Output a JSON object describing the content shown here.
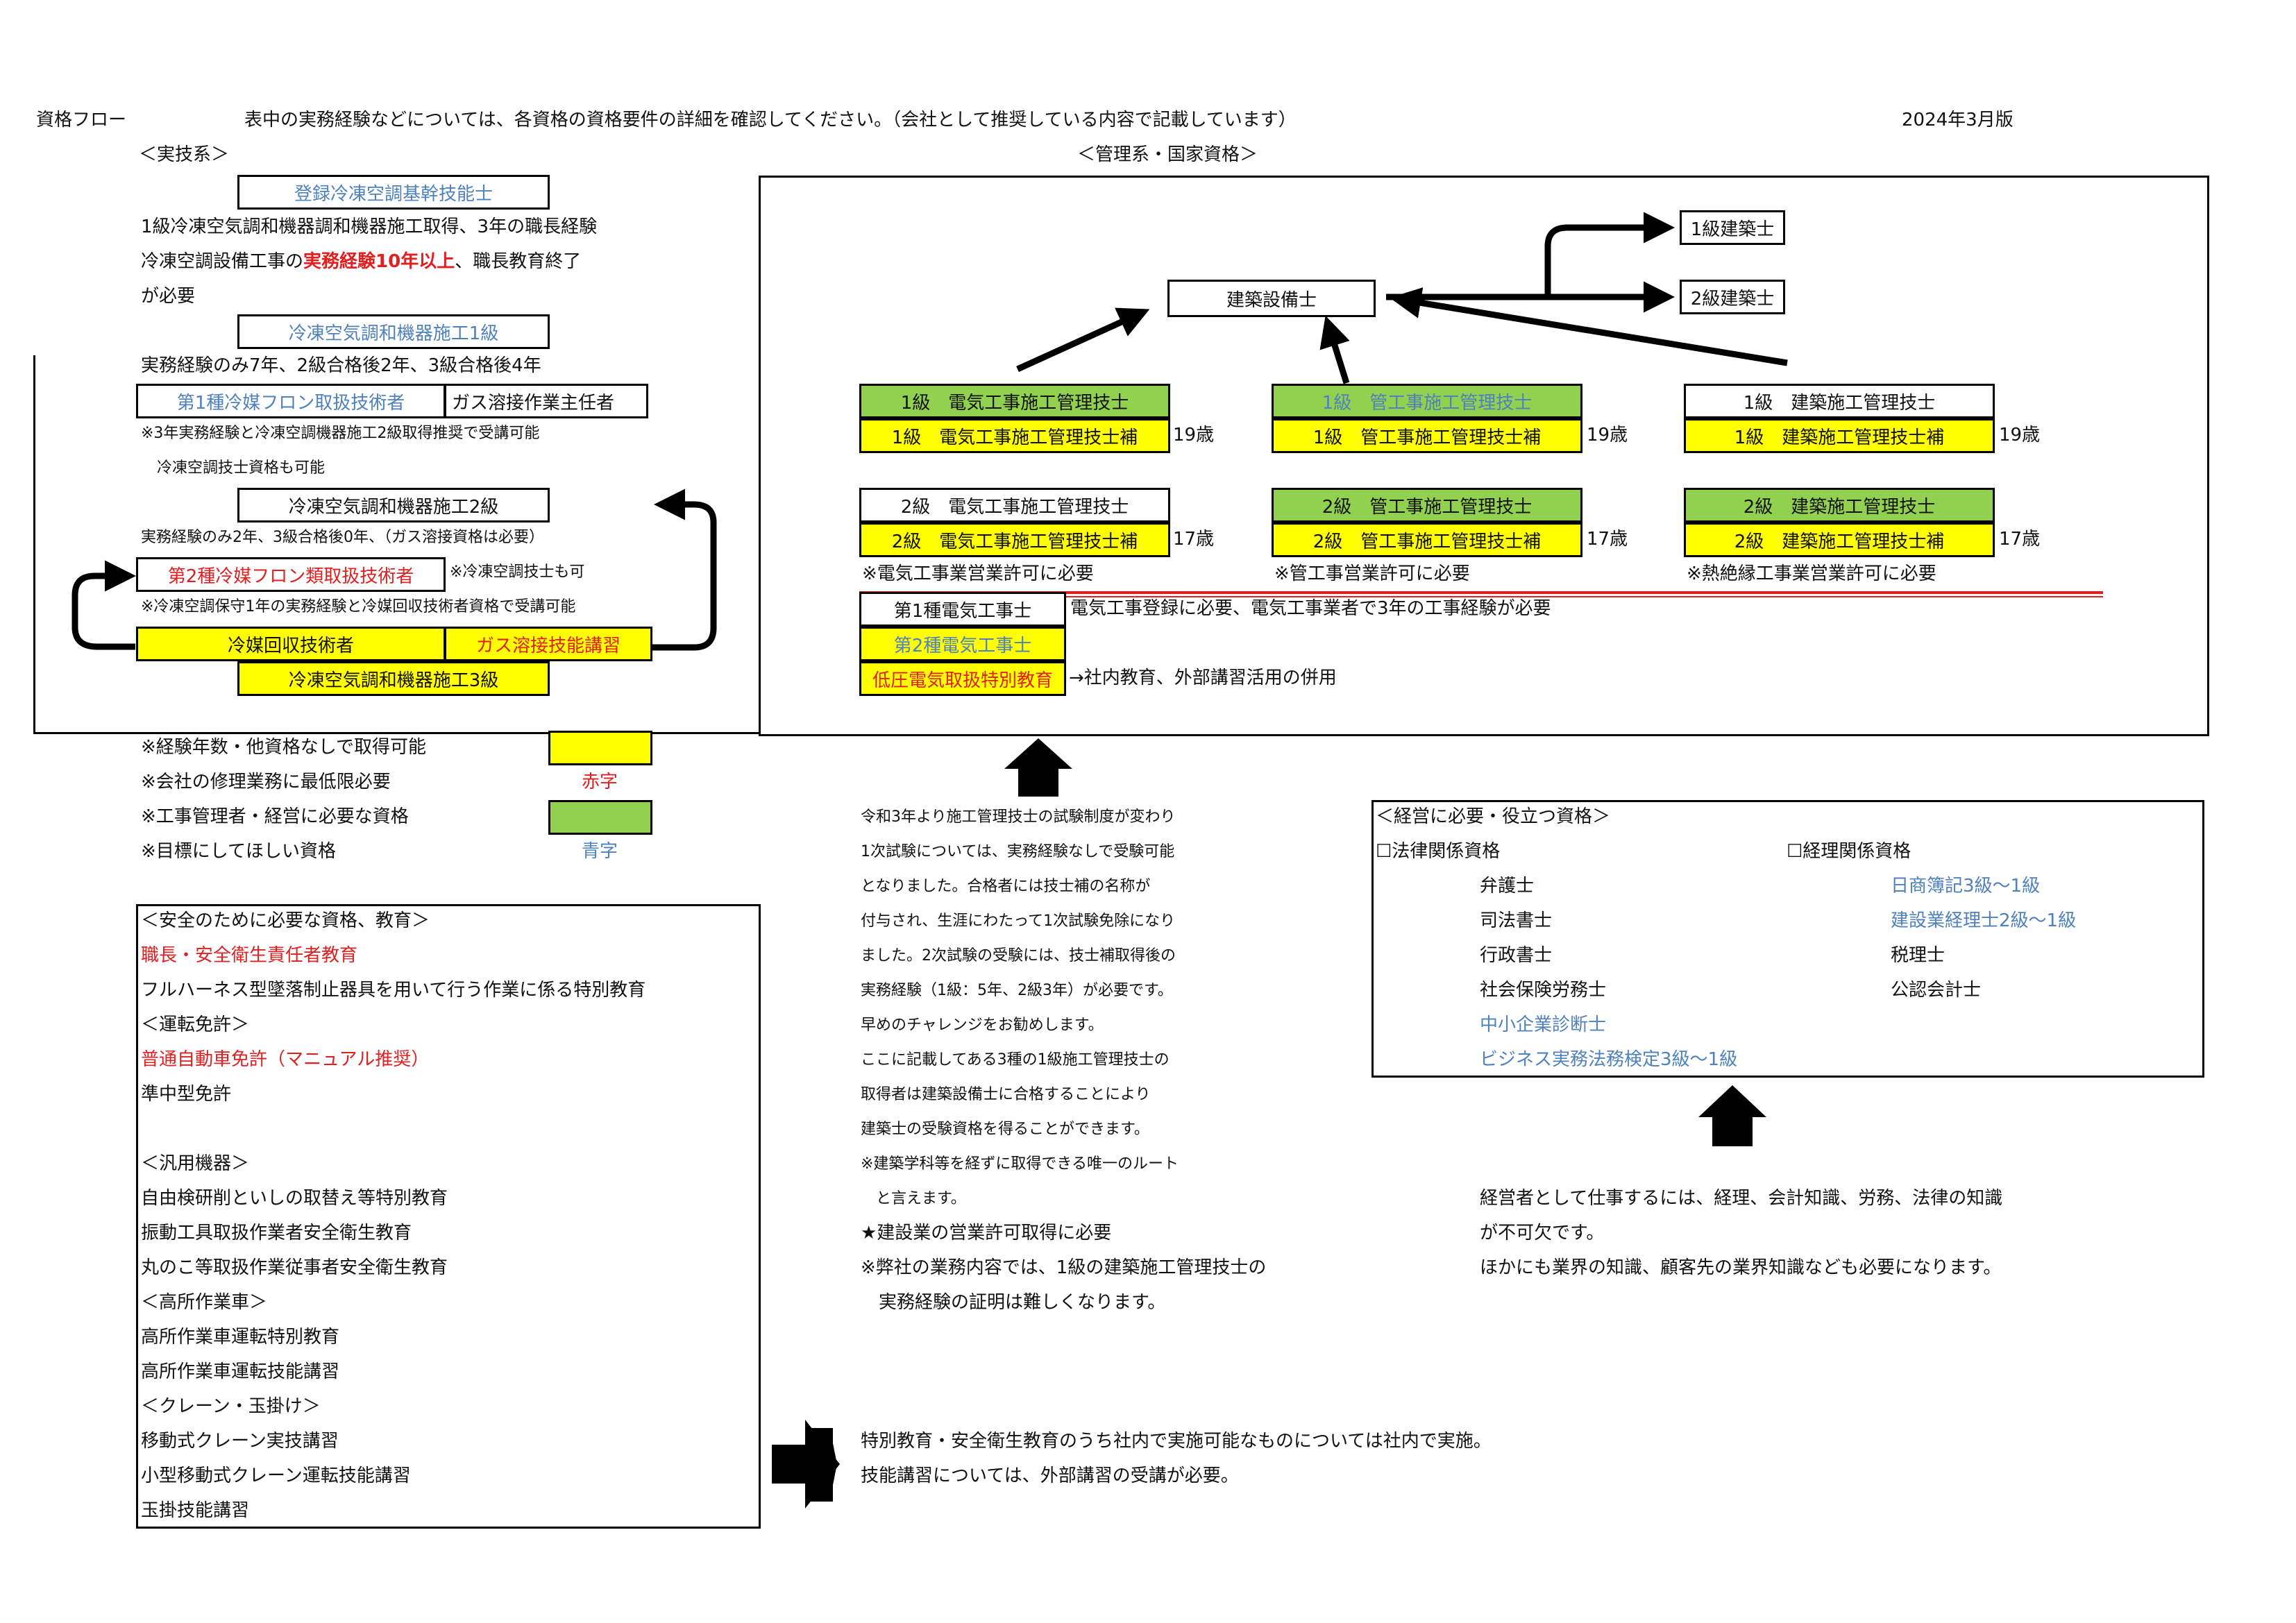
{
  "header": {
    "title": "資格フロー",
    "note": "表中の実務経験などについては、各資格の資格要件の詳細を確認してください。（会社として推奨している内容で記載しています）",
    "version": "2024年3月版"
  },
  "practical": {
    "heading": "＜実技系＞",
    "top_box": "登録冷凍空調基幹技能士",
    "top_note1": "1級冷凍空気調和機器調和機器施工取得、3年の職長経験",
    "top_note2a": "冷凍空調設備工事の",
    "top_note2b": "実務経験10年以上",
    "top_note2c": "、職長教育終了",
    "top_note3": "が必要",
    "lvl1_box": "冷凍空気調和機器施工1級",
    "lvl1_note": "実務経験のみ7年、2級合格後2年、3級合格後4年",
    "freon1_box": "第1種冷媒フロン取扱技術者",
    "gas_chief_box": "ガス溶接作業主任者",
    "freon1_note1": "※3年実務経験と冷凍空調機器施工2級取得推奨で受講可能",
    "freon1_note2": "冷凍空調技士資格も可能",
    "lvl2_box": "冷凍空気調和機器施工2級",
    "lvl2_note": "実務経験のみ2年、3級合格後0年、（ガス溶接資格は必要）",
    "freon2_box": "第2種冷媒フロン類取扱技術者",
    "freon2_side": "※冷凍空調技士も可",
    "freon2_note": "※冷凍空調保守1年の実務経験と冷媒回収技術者資格で受講可能",
    "recovery_box": "冷媒回収技術者",
    "gas_skill_box": "ガス溶接技能講習",
    "lvl3_box": "冷凍空気調和機器施工3級"
  },
  "management": {
    "heading": "＜管理系・国家資格＞",
    "kenchiku_setsubi": "建築設備士",
    "kenchikushi1": "1級建築士",
    "kenchikushi2": "2級建築士",
    "denki1": "1級　電気工事施工管理技士",
    "denki1_ho": "1級　電気工事施工管理技士補",
    "kan1": "1級　管工事施工管理技士",
    "kan1_ho": "1級　管工事施工管理技士補",
    "kenchiku1": "1級　建築施工管理技士",
    "kenchiku1_ho": "1級　建築施工管理技士補",
    "age19": "19歳",
    "denki2": "2級　電気工事施工管理技士",
    "denki2_ho": "2級　電気工事施工管理技士補",
    "kan2": "2級　管工事施工管理技士",
    "kan2_ho": "2級　管工事施工管理技士補",
    "kenchiku2": "2級　建築施工管理技士",
    "kenchiku2_ho": "2級　建築施工管理技士補",
    "age17": "17歳",
    "denki_note": "※電気工事業営業許可に必要",
    "kan_note": "※管工事営業許可に必要",
    "kenchiku_note": "※熱絶縁工事業営業許可に必要",
    "denkikoji1": "第1種電気工事士",
    "denkikoji1_note": "電気工事登録に必要、電気工事業者で3年の工事経験が必要",
    "denkikoji2": "第2種電気工事士",
    "teiatsu": "低圧電気取扱特別教育",
    "teiatsu_note": "→社内教育、外部講習活用の併用"
  },
  "legend": {
    "items": [
      {
        "label": "※経験年数・他資格なしで取得可能",
        "sample": ""
      },
      {
        "label": "※会社の修理業務に最低限必要",
        "sample": "赤字"
      },
      {
        "label": "※工事管理者・経営に必要な資格",
        "sample": ""
      },
      {
        "label": "※目標にしてほしい資格",
        "sample": "青字"
      }
    ]
  },
  "safety": {
    "heading": "＜安全のために必要な資格、教育＞",
    "lines": [
      "職長・安全衛生責任者教育",
      "フルハーネス型墜落制止器具を用いて行う作業に係る特別教育",
      "＜運転免許＞",
      "普通自動車免許（マニュアル推奨）",
      "準中型免許",
      "",
      "＜汎用機器＞",
      "自由検研削といしの取替え等特別教育",
      "振動工具取扱作業者安全衛生教育",
      "丸のこ等取扱作業従事者安全衛生教育",
      "＜高所作業車＞",
      "高所作業車運転特別教育",
      "高所作業車運転技能講習",
      "＜クレーン・玉掛け＞",
      "移動式クレーン実技講習",
      "小型移動式クレーン運転技能講習",
      "玉掛技能講習"
    ]
  },
  "exam_info": {
    "lines": [
      "令和3年より施工管理技士の試験制度が変わり",
      "1次試験については、実務経験なしで受験可能",
      "となりました。合格者には技士補の名称が",
      "付与され、生涯にわたって1次試験免除になり",
      "ました。2次試験の受験には、技士補取得後の",
      "実務経験（1級：5年、2級3年）が必要です。",
      "早めのチャレンジをお勧めします。",
      "ここに記載してある3種の1級施工管理技士の",
      "取得者は建築設備士に合格することにより",
      "建築士の受験資格を得ることができます。",
      "※建築学科等を経ずに取得できる唯一のルート",
      "　と言えます。",
      "★建設業の営業許可取得に必要",
      "※弊社の業務内容では、1級の建築施工管理技士の",
      "　実務経験の証明は難しくなります。"
    ]
  },
  "business": {
    "heading": "＜経営に必要・役立つ資格＞",
    "law_heading": "☐法律関係資格",
    "acct_heading": "☐経理関係資格",
    "law": [
      "弁護士",
      "司法書士",
      "行政書士",
      "社会保険労務士",
      "中小企業診断士",
      "ビジネス実務法務検定3級〜1級"
    ],
    "acct": [
      "日商簿記3級〜1級",
      "建設業経理士2級〜1級",
      "税理士",
      "公認会計士"
    ],
    "note_lines": [
      "経営者として仕事するには、経理、会計知識、労務、法律の知識",
      "が不可欠です。",
      "ほかにも業界の知識、顧客先の業界知識なども必要になります。"
    ]
  },
  "bottom_note": {
    "lines": [
      "特別教育・安全衛生教育のうち社内で実施可能なものについては社内で実施。",
      "技能講習については、外部講習の受講が必要。"
    ]
  }
}
